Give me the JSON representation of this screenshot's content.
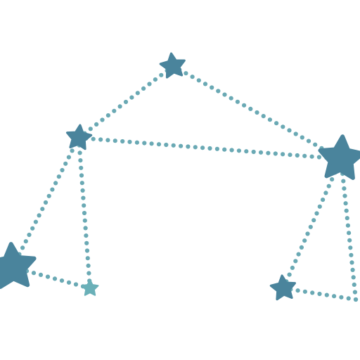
{
  "colors": {
    "background": "#ffffff",
    "line": "#6aa9b4",
    "star_dark": "#4a849c",
    "star_light": "#6ab0b8"
  },
  "stars": [
    {
      "name": "star-top",
      "icon": "star-icon",
      "tone": "dark"
    },
    {
      "name": "star-upper-left",
      "icon": "star-icon",
      "tone": "dark"
    },
    {
      "name": "star-right",
      "icon": "star-icon",
      "tone": "dark"
    },
    {
      "name": "star-left",
      "icon": "star-icon",
      "tone": "dark"
    },
    {
      "name": "star-bottom-small",
      "icon": "star-icon",
      "tone": "light"
    },
    {
      "name": "star-lower-right",
      "icon": "star-icon",
      "tone": "dark"
    }
  ],
  "connections": [
    [
      "star-upper-left",
      "star-top"
    ],
    [
      "star-top",
      "star-right"
    ],
    [
      "star-upper-left",
      "star-right"
    ],
    [
      "star-upper-left",
      "star-left"
    ],
    [
      "star-upper-left",
      "star-bottom-small"
    ],
    [
      "star-left",
      "star-bottom-small"
    ],
    [
      "star-right",
      "star-lower-right"
    ],
    [
      "star-right",
      "edge-right-lower"
    ],
    [
      "star-lower-right",
      "edge-right-lower"
    ]
  ]
}
